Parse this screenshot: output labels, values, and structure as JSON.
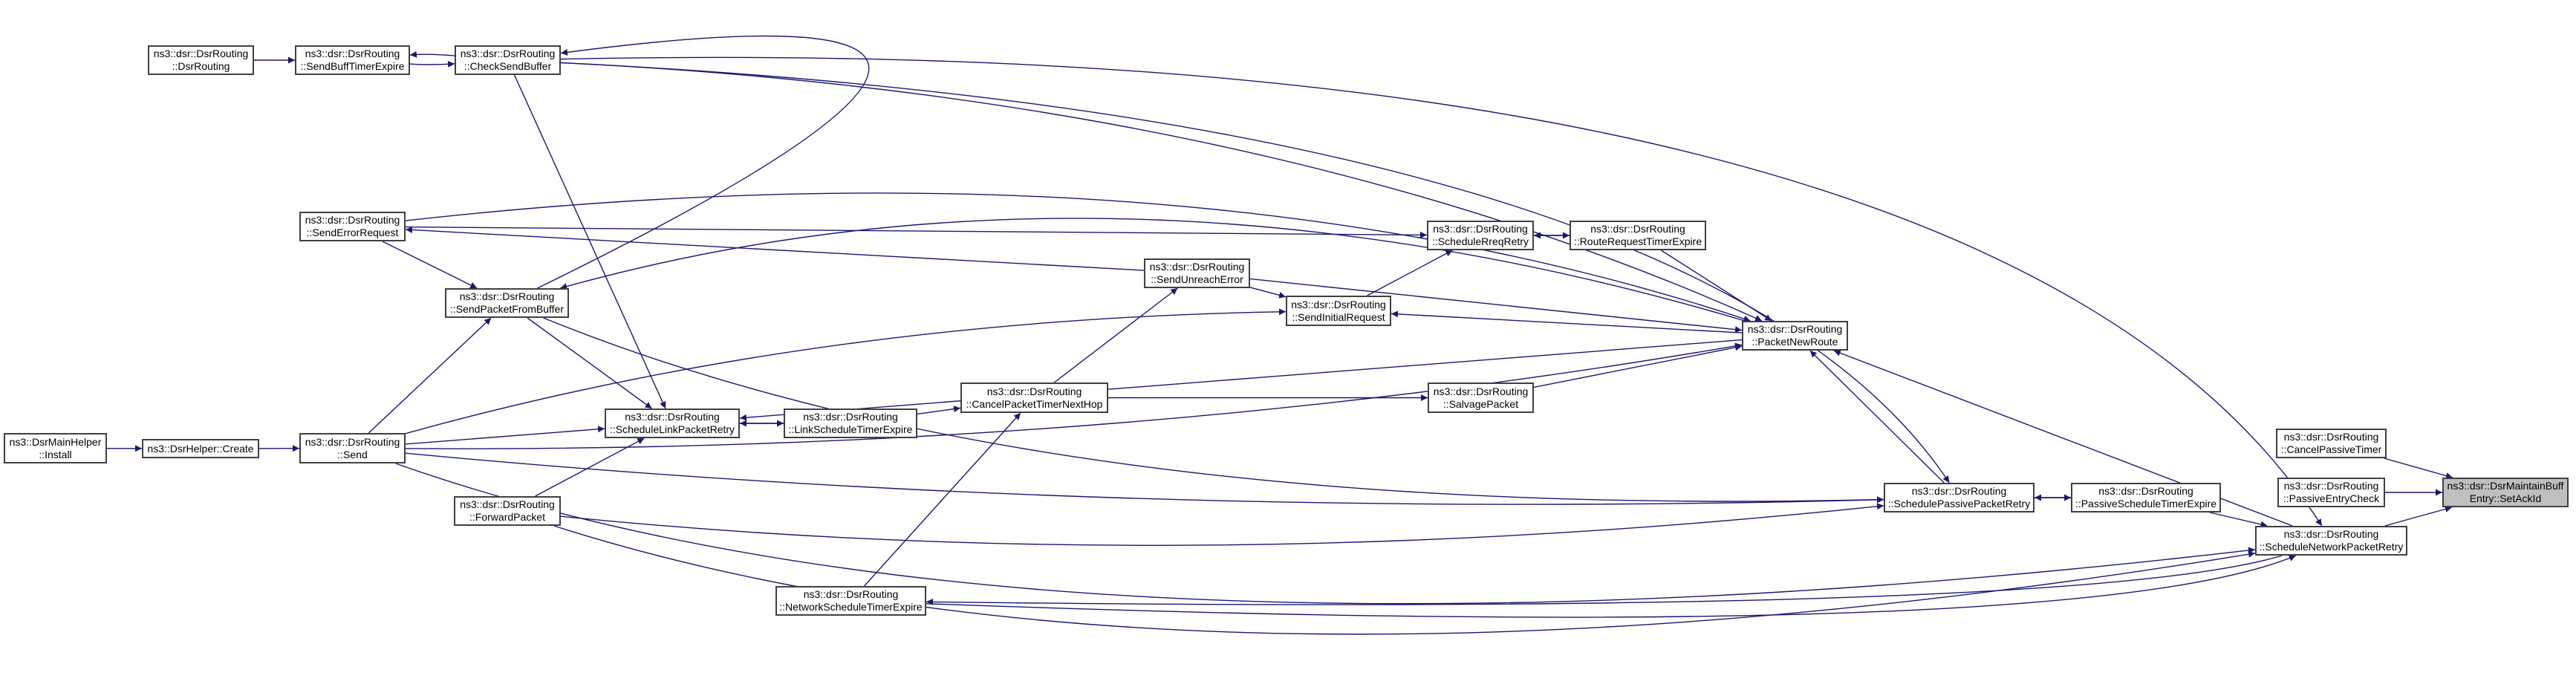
{
  "graph": {
    "type": "caller-graph",
    "edge_color": "#191970",
    "focus_fill": "#bfbfbf",
    "nodes": [
      {
        "id": "install",
        "line1": "ns3::DsrMainHelper",
        "line2": "::Install"
      },
      {
        "id": "create",
        "line1": "ns3::DsrHelper::Create",
        "line2": ""
      },
      {
        "id": "send",
        "line1": "ns3::dsr::DsrRouting",
        "line2": "::Send"
      },
      {
        "id": "dsrrouting",
        "line1": "ns3::dsr::DsrRouting",
        "line2": "::DsrRouting"
      },
      {
        "id": "sbte",
        "line1": "ns3::dsr::DsrRouting",
        "line2": "::SendBuffTimerExpire"
      },
      {
        "id": "csb",
        "line1": "ns3::dsr::DsrRouting",
        "line2": "::CheckSendBuffer"
      },
      {
        "id": "ser",
        "line1": "ns3::dsr::DsrRouting",
        "line2": "::SendErrorRequest"
      },
      {
        "id": "spfb",
        "line1": "ns3::dsr::DsrRouting",
        "line2": "::SendPacketFromBuffer"
      },
      {
        "id": "slpr",
        "line1": "ns3::dsr::DsrRouting",
        "line2": "::ScheduleLinkPacketRetry"
      },
      {
        "id": "lste",
        "line1": "ns3::dsr::DsrRouting",
        "line2": "::LinkScheduleTimerExpire"
      },
      {
        "id": "fp",
        "line1": "ns3::dsr::DsrRouting",
        "line2": "::ForwardPacket"
      },
      {
        "id": "nste",
        "line1": "ns3::dsr::DsrRouting",
        "line2": "::NetworkScheduleTimerExpire"
      },
      {
        "id": "cptnh",
        "line1": "ns3::dsr::DsrRouting",
        "line2": "::CancelPacketTimerNextHop"
      },
      {
        "id": "sue",
        "line1": "ns3::dsr::DsrRouting",
        "line2": "::SendUnreachError"
      },
      {
        "id": "sir",
        "line1": "ns3::dsr::DsrRouting",
        "line2": "::SendInitialRequest"
      },
      {
        "id": "srr",
        "line1": "ns3::dsr::DsrRouting",
        "line2": "::ScheduleRreqRetry"
      },
      {
        "id": "rrte",
        "line1": "ns3::dsr::DsrRouting",
        "line2": "::RouteRequestTimerExpire"
      },
      {
        "id": "pnr",
        "line1": "ns3::dsr::DsrRouting",
        "line2": "::PacketNewRoute"
      },
      {
        "id": "sp",
        "line1": "ns3::dsr::DsrRouting",
        "line2": "::SalvagePacket"
      },
      {
        "id": "sppr",
        "line1": "ns3::dsr::DsrRouting",
        "line2": "::SchedulePassivePacketRetry"
      },
      {
        "id": "pste",
        "line1": "ns3::dsr::DsrRouting",
        "line2": "::PassiveScheduleTimerExpire"
      },
      {
        "id": "cpt",
        "line1": "ns3::dsr::DsrRouting",
        "line2": "::CancelPassiveTimer"
      },
      {
        "id": "pec",
        "line1": "ns3::dsr::DsrRouting",
        "line2": "::PassiveEntryCheck"
      },
      {
        "id": "setack",
        "line1": "ns3::dsr::DsrMaintainBuff",
        "line2": "Entry::SetAckId",
        "focus": true
      },
      {
        "id": "snpr",
        "line1": "ns3::dsr::DsrRouting",
        "line2": "::ScheduleNetworkPacketRetry"
      }
    ],
    "edges": [
      [
        "install",
        "create"
      ],
      [
        "create",
        "send"
      ],
      [
        "dsrrouting",
        "sbte"
      ],
      [
        "csb",
        "sbte"
      ],
      [
        "sbte",
        "csb"
      ],
      [
        "send",
        "spfb"
      ],
      [
        "send",
        "slpr"
      ],
      [
        "send",
        "sir"
      ],
      [
        "send",
        "pnr"
      ],
      [
        "send",
        "sppr"
      ],
      [
        "send",
        "snpr"
      ],
      [
        "ser",
        "spfb"
      ],
      [
        "ser",
        "srr"
      ],
      [
        "ser",
        "pnr"
      ],
      [
        "sue",
        "ser"
      ],
      [
        "spfb",
        "slpr"
      ],
      [
        "spfb",
        "csb"
      ],
      [
        "pnr",
        "spfb"
      ],
      [
        "spfb",
        "sppr"
      ],
      [
        "csb",
        "slpr"
      ],
      [
        "csb",
        "pnr"
      ],
      [
        "csb",
        "snpr"
      ],
      [
        "csb",
        "sppr"
      ],
      [
        "lste",
        "slpr"
      ],
      [
        "slpr",
        "lste"
      ],
      [
        "lste",
        "cptnh"
      ],
      [
        "pnr",
        "slpr"
      ],
      [
        "fp",
        "slpr"
      ],
      [
        "cptnh",
        "sue"
      ],
      [
        "cptnh",
        "sp"
      ],
      [
        "nste",
        "cptnh"
      ],
      [
        "sue",
        "sir"
      ],
      [
        "sue",
        "pnr"
      ],
      [
        "sir",
        "srr"
      ],
      [
        "pnr",
        "sir"
      ],
      [
        "rrte",
        "srr"
      ],
      [
        "srr",
        "rrte"
      ],
      [
        "rrte",
        "pnr"
      ],
      [
        "sp",
        "pnr"
      ],
      [
        "sppr",
        "pnr"
      ],
      [
        "pste",
        "sppr"
      ],
      [
        "sppr",
        "pste"
      ],
      [
        "fp",
        "sppr"
      ],
      [
        "snpr",
        "pnr"
      ],
      [
        "snpr",
        "nste"
      ],
      [
        "nste",
        "snpr"
      ],
      [
        "pste",
        "snpr"
      ],
      [
        "fp",
        "snpr"
      ],
      [
        "snpr",
        "setack"
      ],
      [
        "cpt",
        "setack"
      ],
      [
        "pec",
        "setack"
      ]
    ]
  }
}
